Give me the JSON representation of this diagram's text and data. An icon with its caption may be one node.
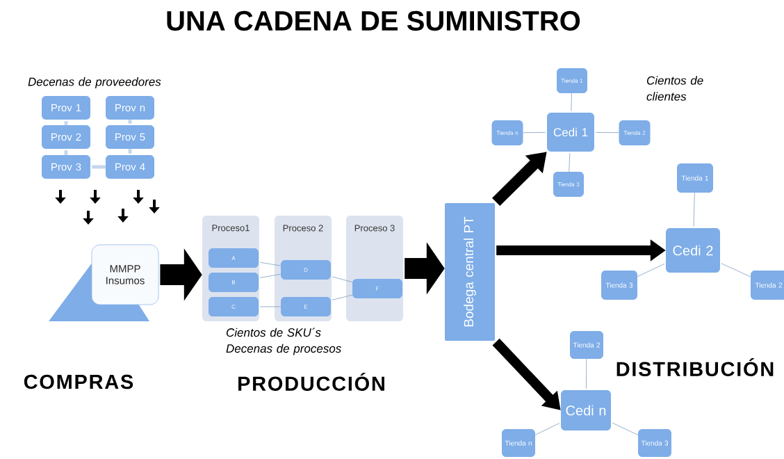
{
  "diagram": {
    "title": "UNA CADENA DE SUMINISTRO",
    "nodes": [
      {
        "text": [
          "Prov 1"
        ]
      },
      {
        "text": [
          "Prov n"
        ]
      },
      {
        "text": [
          "Prov 2"
        ]
      },
      {
        "text": [
          "Prov 5"
        ]
      },
      {
        "text": [
          "Prov 3"
        ]
      },
      {
        "text": [
          "Prov 4"
        ]
      },
      {
        "text": [
          "MMPP Insumos"
        ]
      },
      {
        "text": [
          "Proceso1"
        ]
      },
      {
        "text": [
          "A"
        ],
        "in": 7
      },
      {
        "text": [
          "B"
        ],
        "in": 7
      },
      {
        "text": [
          "C"
        ],
        "in": 7
      },
      {
        "text": [
          "Proceso 2"
        ]
      },
      {
        "text": [
          "D"
        ],
        "in": 11
      },
      {
        "text": [
          "E"
        ],
        "in": 11
      },
      {
        "text": [
          "Proceso 3"
        ]
      },
      {
        "text": [
          "F"
        ],
        "in": 14
      },
      {
        "text": [
          "Bodega central PT"
        ]
      },
      {
        "text": [
          "Cedi 1"
        ]
      },
      {
        "text": [
          "Tienda 1"
        ]
      },
      {
        "text": [
          "Tienda n"
        ]
      },
      {
        "text": [
          "Tienda 2"
        ]
      },
      {
        "text": [
          "Tienda 3"
        ]
      },
      {
        "text": [
          "Cedi 2"
        ]
      },
      {
        "text": [
          "Tienda 1"
        ]
      },
      {
        "text": [
          "Tienda 3"
        ]
      },
      {
        "text": [
          "Tienda 2"
        ]
      },
      {
        "text": [
          "Cedi n"
        ]
      },
      {
        "text": [
          "Tienda 2"
        ]
      },
      {
        "text": [
          "Tienda n"
        ]
      },
      {
        "text": [
          "Tienda 3"
        ]
      }
    ],
    "edges": [
      {
        "from": 0,
        "to": 2,
        "arrow": "none",
        "style": "thick",
        "color": "#c5d6ec"
      },
      {
        "from": 2,
        "to": 4,
        "arrow": "none",
        "style": "thick",
        "color": "#c5d6ec"
      },
      {
        "from": 4,
        "to": 5,
        "arrow": "none",
        "style": "thick",
        "color": "#c5d6ec"
      },
      {
        "from": 5,
        "to": 3,
        "arrow": "none",
        "style": "thick",
        "color": "#c5d6ec"
      },
      {
        "from": 3,
        "to": 1,
        "arrow": "none",
        "style": "thick",
        "color": "#c5d6ec"
      },
      {
        "from": 6,
        "to": 7,
        "arrow": "to",
        "style": "thick",
        "color": "#000000"
      },
      {
        "from": 8,
        "to": 12,
        "arrow": "none"
      },
      {
        "from": 9,
        "to": 12,
        "arrow": "none"
      },
      {
        "from": 10,
        "to": 13,
        "arrow": "none"
      },
      {
        "from": 12,
        "to": 15,
        "arrow": "none"
      },
      {
        "from": 13,
        "to": 15,
        "arrow": "none"
      },
      {
        "from": 14,
        "to": 16,
        "arrow": "to",
        "style": "thick",
        "color": "#000000"
      },
      {
        "from": 16,
        "to": 17,
        "arrow": "to",
        "style": "thick",
        "color": "#000000"
      },
      {
        "from": 16,
        "to": 22,
        "arrow": "to",
        "style": "thick",
        "color": "#000000"
      },
      {
        "from": 16,
        "to": 26,
        "arrow": "to",
        "style": "thick",
        "color": "#000000"
      },
      {
        "from": 17,
        "to": 18,
        "arrow": "none"
      },
      {
        "from": 17,
        "to": 19,
        "arrow": "none"
      },
      {
        "from": 17,
        "to": 20,
        "arrow": "none"
      },
      {
        "from": 17,
        "to": 21,
        "arrow": "none"
      },
      {
        "from": 22,
        "to": 23,
        "arrow": "none"
      },
      {
        "from": 22,
        "to": 24,
        "arrow": "none"
      },
      {
        "from": 22,
        "to": 25,
        "arrow": "none"
      },
      {
        "from": 26,
        "to": 27,
        "arrow": "none"
      },
      {
        "from": 26,
        "to": 28,
        "arrow": "none"
      },
      {
        "from": 26,
        "to": 29,
        "arrow": "none"
      }
    ],
    "labels": [
      "Decenas de proveedores",
      "Cientos de clientes",
      "Cientos de SKU´s Decenas de procesos",
      "COMPRAS",
      "PRODUCCIÓN",
      "DISTRIBUCIÓN"
    ]
  }
}
